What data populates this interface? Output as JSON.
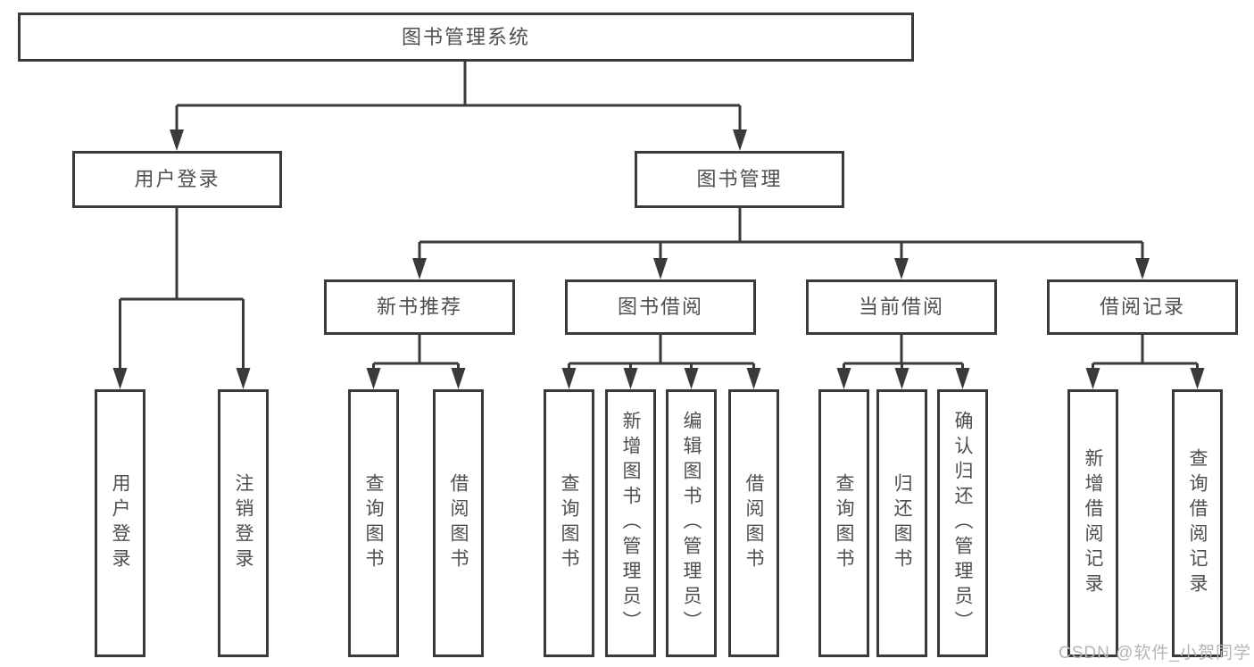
{
  "root": {
    "label": "图书管理系统"
  },
  "level2": [
    {
      "label": "用户登录",
      "parent": "图书管理系统"
    },
    {
      "label": "图书管理",
      "parent": "图书管理系统"
    }
  ],
  "level3": [
    {
      "label": "新书推荐",
      "parent": "图书管理"
    },
    {
      "label": "图书借阅",
      "parent": "图书管理"
    },
    {
      "label": "当前借阅",
      "parent": "图书管理"
    },
    {
      "label": "借阅记录",
      "parent": "图书管理"
    }
  ],
  "leaves": [
    {
      "label": "用户登录",
      "parent": "用户登录"
    },
    {
      "label": "注销登录",
      "parent": "用户登录"
    },
    {
      "label": "查询图书",
      "parent": "新书推荐"
    },
    {
      "label": "借阅图书",
      "parent": "新书推荐"
    },
    {
      "label": "查询图书",
      "parent": "图书借阅"
    },
    {
      "label": "新增图书（管理员）",
      "parent": "图书借阅"
    },
    {
      "label": "编辑图书（管理员）",
      "parent": "图书借阅"
    },
    {
      "label": "借阅图书",
      "parent": "图书借阅"
    },
    {
      "label": "查询图书",
      "parent": "当前借阅"
    },
    {
      "label": "归还图书",
      "parent": "当前借阅"
    },
    {
      "label": "确认归还（管理员）",
      "parent": "当前借阅"
    },
    {
      "label": "新增借阅记录",
      "parent": "借阅记录"
    },
    {
      "label": "查询借阅记录",
      "parent": "借阅记录"
    }
  ],
  "watermark": "CSDN @软件_小贺同学",
  "colors": {
    "line": "#3a3a3a",
    "text": "#4f4f4f",
    "watermark": "#b5b5b5"
  }
}
